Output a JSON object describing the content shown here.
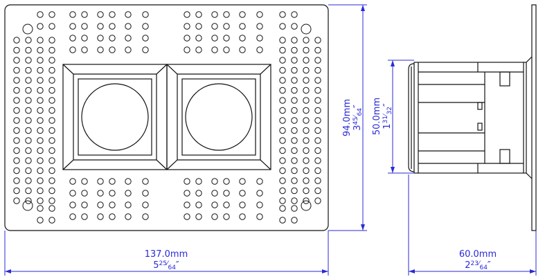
{
  "colors": {
    "line": "#111111",
    "dimension": "#2a2ad6",
    "background": "#ffffff"
  },
  "front_view": {
    "width": {
      "metric": "137.0mm",
      "imperial_whole": "5",
      "imperial_num": "25",
      "imperial_den": "64",
      "unit_mark": "″"
    },
    "height": {
      "metric": "94.0mm",
      "imperial_whole": "3",
      "imperial_num": "45",
      "imperial_den": "64",
      "unit_mark": "″"
    }
  },
  "side_view": {
    "height": {
      "metric": "50.0mm",
      "imperial_whole": "1",
      "imperial_num": "31",
      "imperial_den": "32",
      "unit_mark": "″"
    },
    "depth": {
      "metric": "60.0mm",
      "imperial_whole": "2",
      "imperial_num": "23",
      "imperial_den": "64",
      "unit_mark": "″"
    }
  }
}
